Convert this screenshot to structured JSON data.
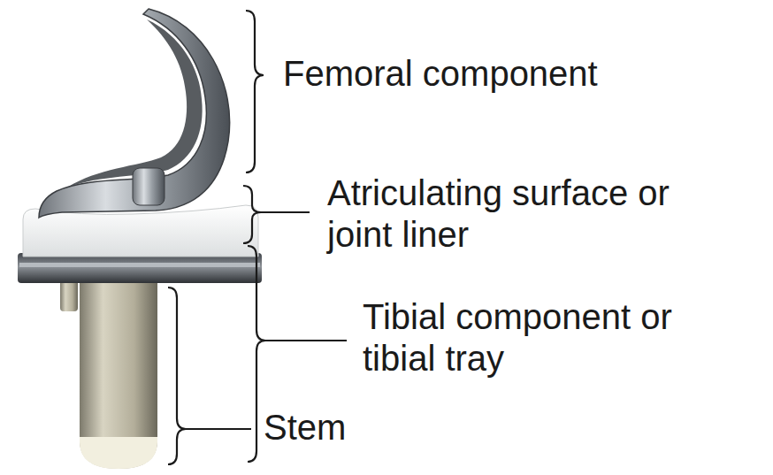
{
  "diagram": {
    "labels": [
      "Femoral component",
      "Atriculating surface or joint liner",
      "Tibial component or tibial tray",
      "Stem"
    ]
  }
}
